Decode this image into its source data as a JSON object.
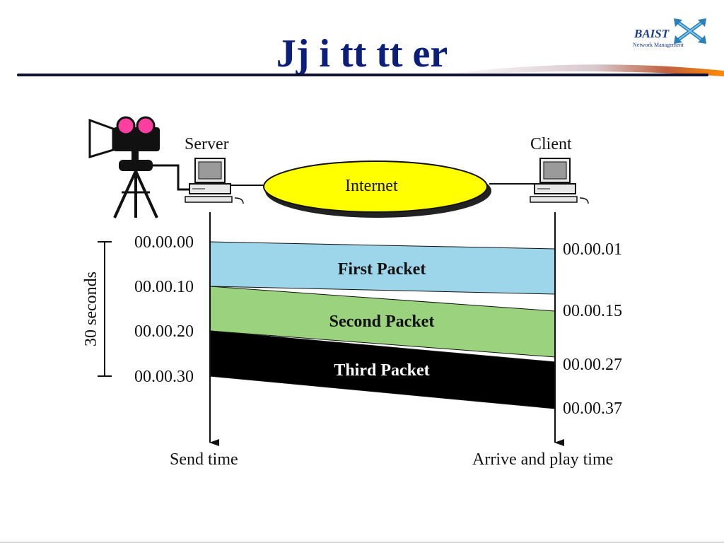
{
  "slide": {
    "title": "Jj i tt tt er"
  },
  "logo": {
    "word": "BAIST",
    "subtitle": "Network Management"
  },
  "diagram": {
    "server_label": "Server",
    "client_label": "Client",
    "cloud_label": "Internet",
    "duration_label": "30 seconds",
    "send_times": [
      "00.00.00",
      "00.00.10",
      "00.00.20",
      "00.00.30"
    ],
    "arrive_times": [
      "00.00.01",
      "00.00.15",
      "00.00.27",
      "00.00.37"
    ],
    "packets": [
      {
        "label": "First Packet",
        "color": "#9dd6ea"
      },
      {
        "label": "Second Packet",
        "color": "#9bd27e"
      },
      {
        "label": "Third Packet",
        "color": "#000000"
      }
    ],
    "send_axis_label": "Send time",
    "arrive_axis_label": "Arrive and play time"
  },
  "colors": {
    "title": "#0b1f7a",
    "cloud": "#ffff00",
    "camera_lens": "#ff3fa0"
  }
}
